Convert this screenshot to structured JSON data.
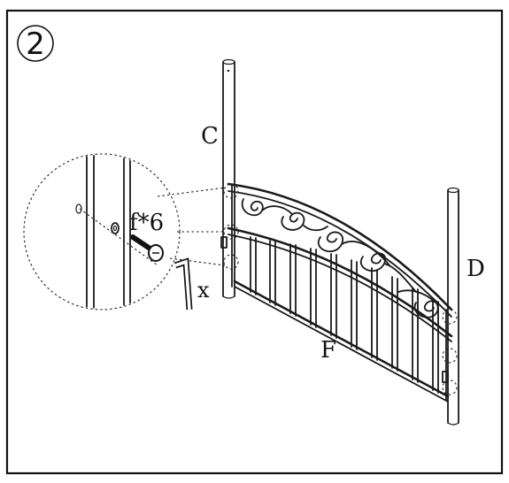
{
  "step": {
    "number": "2"
  },
  "labels": {
    "post_left": "C",
    "post_right": "D",
    "panel": "F",
    "bolt_qty": "f*6",
    "tool_qty": "x"
  },
  "icons": [
    "circled-number-icon",
    "bolt-icon",
    "washer-icon",
    "hex-key-icon"
  ]
}
